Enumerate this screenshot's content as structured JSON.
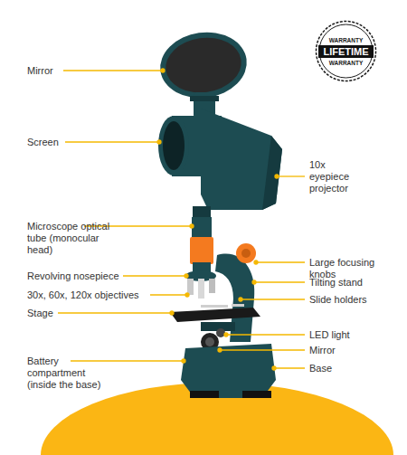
{
  "diagram": {
    "nodes": [
      {
        "text": [
          "WARRANTY",
          "LIFETIME",
          "WARRANTY"
        ]
      }
    ],
    "labels": [
      "Mirror",
      "Screen",
      "10x eyepiece projector",
      "Microscope optical tube (monocular head)",
      "Large focusing knobs",
      "Revolving nosepiece",
      "Tilting stand",
      "30x, 60x, 120x objectives",
      "Slide holders",
      "Stage",
      "LED light",
      "Mirror",
      "Battery compartment (inside the base)",
      "Base"
    ]
  }
}
